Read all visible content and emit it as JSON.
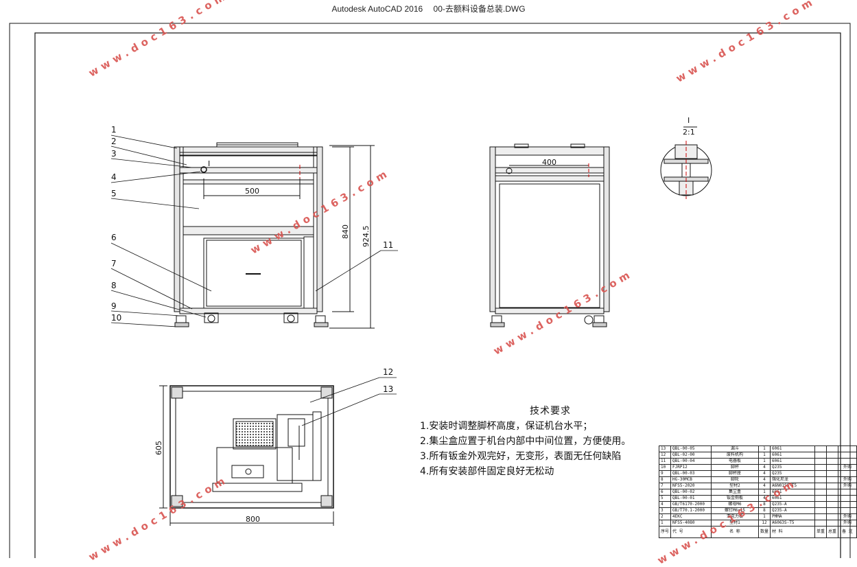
{
  "window": {
    "app_name": "Autodesk AutoCAD 2016",
    "file_name": "00-去额料设备总装.DWG"
  },
  "callouts": [
    "1",
    "2",
    "3",
    "4",
    "5",
    "6",
    "7",
    "8",
    "9",
    "10",
    "11",
    "12",
    "13"
  ],
  "dimensions": {
    "front_width": "500",
    "front_height_inner": "840",
    "front_height_total": "924.5",
    "side_width": "400",
    "top_width": "800",
    "top_depth": "605"
  },
  "detail_view": {
    "label": "I",
    "scale": "2:1",
    "marker": "I"
  },
  "tech_notes": {
    "heading": "技术要求",
    "lines": [
      "1.安装时调整脚杯高度，保证机台水平；",
      "2.集尘盒应置于机台内部中中间位置，方便使用。",
      "3.所有钣金外观完好，无变形，表面无任何缺陷",
      "4.所有安装部件固定良好无松动"
    ]
  },
  "bom": {
    "rows": [
      {
        "no": "13",
        "code": "QBL-00-05",
        "name": "漏斗",
        "qty": "1",
        "material": "6061",
        "note": ""
      },
      {
        "no": "12",
        "code": "QBL-02-00",
        "name": "废料机构",
        "qty": "1",
        "material": "6061",
        "note": ""
      },
      {
        "no": "11",
        "code": "QBL-00-04",
        "name": "电器板",
        "qty": "1",
        "material": "6061",
        "note": ""
      },
      {
        "no": "10",
        "code": "FJRP12",
        "name": "脚杯",
        "qty": "4",
        "material": "Q235",
        "note": "外购"
      },
      {
        "no": "9",
        "code": "QBL-00-03",
        "name": "脚杯座",
        "qty": "4",
        "material": "Q235",
        "note": ""
      },
      {
        "no": "8",
        "code": "HG-30MCB",
        "name": "脚轮",
        "qty": "4",
        "material": "强化尼龙",
        "note": "外购"
      },
      {
        "no": "7",
        "code": "NFS5-2020",
        "name": "型材2",
        "qty": "4",
        "material": "A6N01SS-T5",
        "note": "外购"
      },
      {
        "no": "6",
        "code": "QBL-00-02",
        "name": "集尘盒",
        "qty": "1",
        "material": "6061",
        "note": ""
      },
      {
        "no": "5",
        "code": "QBL-00-01",
        "name": "钣金侧板",
        "qty": "4",
        "material": "6061",
        "note": ""
      },
      {
        "no": "4",
        "code": "GB/T6170-2000",
        "name": "螺母M6",
        "qty": "8",
        "material": "Q235-A",
        "note": ""
      },
      {
        "no": "3",
        "code": "GB/T70.1-2000",
        "name": "螺钉M6×15",
        "qty": "8",
        "material": "Q235-A",
        "note": ""
      },
      {
        "no": "2",
        "code": "4EKC",
        "name": "亚克力板",
        "qty": "1",
        "material": "PMMA",
        "note": "外购"
      },
      {
        "no": "1",
        "code": "NFS5-4080",
        "name": "型材1",
        "qty": "12",
        "material": "A6063S-T5",
        "note": "外购"
      }
    ],
    "header": {
      "no": "序号",
      "code": "代 号",
      "name": "名 称",
      "qty": "数量",
      "material": "材 料",
      "unit_weight": "单重",
      "total_weight": "总重",
      "note": "备 注"
    }
  },
  "watermark_text": "www.doc163.com"
}
